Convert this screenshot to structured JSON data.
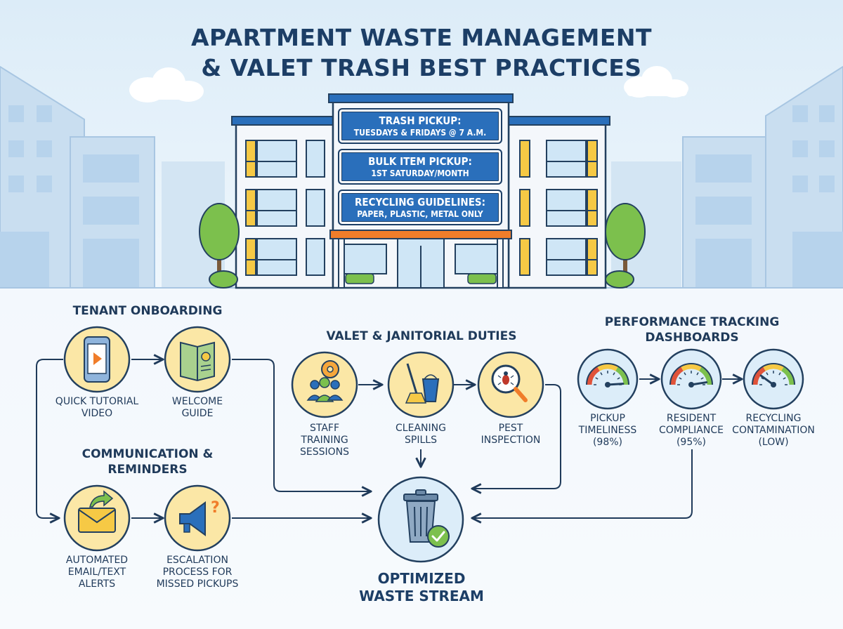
{
  "title": {
    "line1": "APARTMENT WASTE MANAGEMENT",
    "line2": "& VALET TRASH BEST PRACTICES"
  },
  "signs": [
    {
      "heading": "TRASH PICKUP:",
      "detail": "TUESDAYS & FRIDAYS @ 7 A.M."
    },
    {
      "heading": "BULK ITEM PICKUP:",
      "detail": "1ST SATURDAY/MONTH"
    },
    {
      "heading": "RECYCLING GUIDELINES:",
      "detail": "PAPER, PLASTIC, METAL ONLY"
    }
  ],
  "sections": {
    "onboarding": {
      "heading": "TENANT ONBOARDING",
      "items": [
        {
          "label": "QUICK TUTORIAL\nVIDEO",
          "icon": "tutorial-video-icon"
        },
        {
          "label": "WELCOME\nGUIDE",
          "icon": "welcome-guide-icon"
        }
      ]
    },
    "communication": {
      "heading": "COMMUNICATION &\nREMINDERS",
      "items": [
        {
          "label": "AUTOMATED\nEMAIL/TEXT\nALERTS",
          "icon": "email-alert-icon"
        },
        {
          "label": "ESCALATION\nPROCESS FOR\nMISSED PICKUPS",
          "icon": "megaphone-icon"
        }
      ]
    },
    "valet": {
      "heading": "VALET & JANITORIAL DUTIES",
      "items": [
        {
          "label": "STAFF\nTRAINING\nSESSIONS",
          "icon": "staff-training-icon"
        },
        {
          "label": "CLEANING\nSPILLS",
          "icon": "mop-bucket-icon"
        },
        {
          "label": "PEST\nINSPECTION",
          "icon": "pest-magnifier-icon"
        }
      ]
    },
    "performance": {
      "heading": "PERFORMANCE TRACKING\nDASHBOARDS",
      "items": [
        {
          "label": "PICKUP\nTIMELINESS\n(98%)",
          "icon": "gauge-icon",
          "level": 0.98
        },
        {
          "label": "RESIDENT\nCOMPLIANCE\n(95%)",
          "icon": "gauge-icon",
          "level": 0.95
        },
        {
          "label": "RECYCLING\nCONTAMINATION\n(LOW)",
          "icon": "gauge-icon",
          "level": 0.2
        }
      ]
    }
  },
  "outcome": {
    "label": "OPTIMIZED\nWASTE STREAM",
    "icon": "trash-can-check-icon"
  },
  "colors": {
    "navy": "#1f3a5a",
    "circle_fill": "#fbe7a6",
    "circle_stroke": "#23405f",
    "sign_blue": "#2a6fbb",
    "outcome_fill": "#dcedf9",
    "building_accent": "#f07d2a",
    "window_yellow": "#f6c945",
    "tree_green": "#7cc04d"
  }
}
